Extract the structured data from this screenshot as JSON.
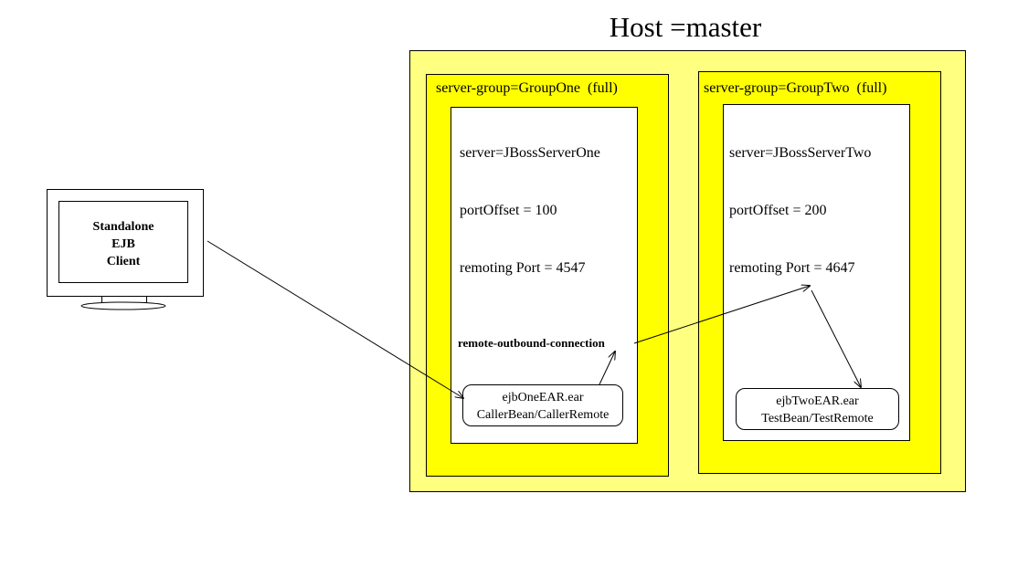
{
  "host": {
    "title": "Host =master"
  },
  "client": {
    "line1": "Standalone",
    "line2": "EJB",
    "line3": "Client"
  },
  "group_one": {
    "label": "server-group=GroupOne  (full)",
    "server": "server=JBossServerOne",
    "port_offset": "portOffset = 100",
    "remoting_port": "remoting Port = 4547",
    "outbound": "remote-outbound-connection",
    "ear_name": "ejbOneEAR.ear",
    "ear_bean": "CallerBean/CallerRemote"
  },
  "group_two": {
    "label": "server-group=GroupTwo  (full)",
    "server": "server=JBossServerTwo",
    "port_offset": "portOffset = 200",
    "remoting_port": "remoting Port = 4647",
    "ear_name": "ejbTwoEAR.ear",
    "ear_bean": "TestBean/TestRemote"
  },
  "colors": {
    "host_fill": "#ffff80",
    "group_fill": "#ffff00",
    "box_fill": "#ffffff",
    "line": "#000000"
  }
}
